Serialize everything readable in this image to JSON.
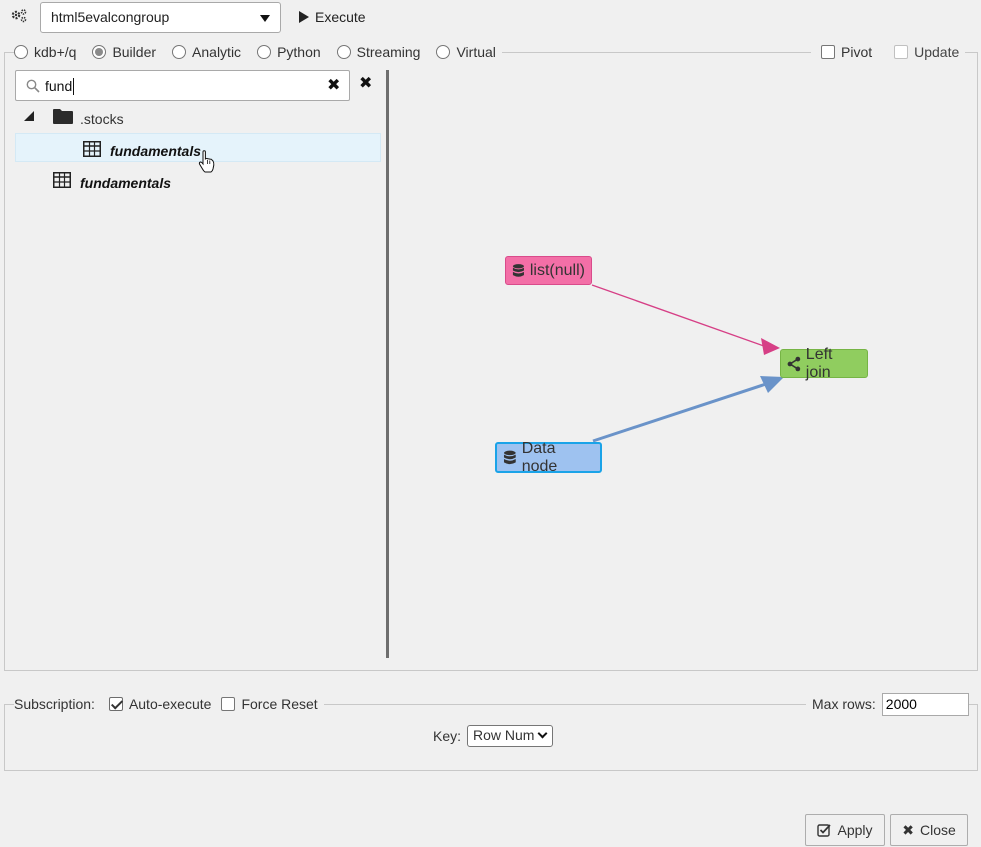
{
  "toolbar": {
    "connection_value": "html5evalcongroup",
    "execute_label": "Execute"
  },
  "query_types": [
    {
      "label": "kdb+/q",
      "checked": false
    },
    {
      "label": "Builder",
      "checked": true
    },
    {
      "label": "Analytic",
      "checked": false
    },
    {
      "label": "Python",
      "checked": false
    },
    {
      "label": "Streaming",
      "checked": false
    },
    {
      "label": "Virtual",
      "checked": false
    }
  ],
  "options": {
    "pivot_label": "Pivot",
    "update_label": "Update"
  },
  "search": {
    "value": "fund"
  },
  "tree": {
    "folder_label": ".stocks",
    "child_table_label": "fundamentals",
    "root_table_label": "fundamentals"
  },
  "graph": {
    "nodes": {
      "list_null": "list(null)",
      "left_join": "Left join",
      "data_node": "Data node"
    },
    "colors": {
      "pink": "#f36fa7",
      "green": "#90cd5f",
      "blue": "#9ec2f0",
      "edge_pink": "#d63f86",
      "edge_blue": "#6a93c9"
    }
  },
  "subscription": {
    "label": "Subscription:",
    "auto_execute_label": "Auto-execute",
    "auto_execute_checked": true,
    "force_reset_label": "Force Reset",
    "force_reset_checked": false,
    "max_rows_label": "Max rows:",
    "max_rows_value": "2000",
    "key_label": "Key:",
    "key_value": "Row Num"
  },
  "buttons": {
    "apply_label": "Apply",
    "close_label": "Close"
  }
}
